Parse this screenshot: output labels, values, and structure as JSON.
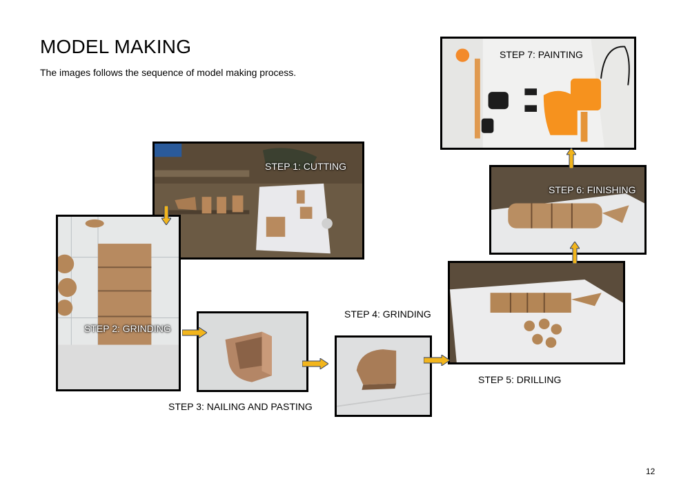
{
  "page": {
    "title": "MODEL MAKING",
    "subtitle": "The images follows the sequence of model making process.",
    "page_number": "12"
  },
  "steps": {
    "step1": "STEP 1: CUTTING",
    "step2": "STEP 2: GRINDING",
    "step3": "STEP 3: NAILING AND PASTING",
    "step4": "STEP 4: GRINDING",
    "step5": "STEP 5: DRILLING",
    "step6": "STEP 6: FINISHING",
    "step7": "STEP 7: PAINTING"
  },
  "colors": {
    "arrow": "#f2b51c",
    "arrow_outline": "#2f3f66",
    "photo_border": "#000000"
  }
}
